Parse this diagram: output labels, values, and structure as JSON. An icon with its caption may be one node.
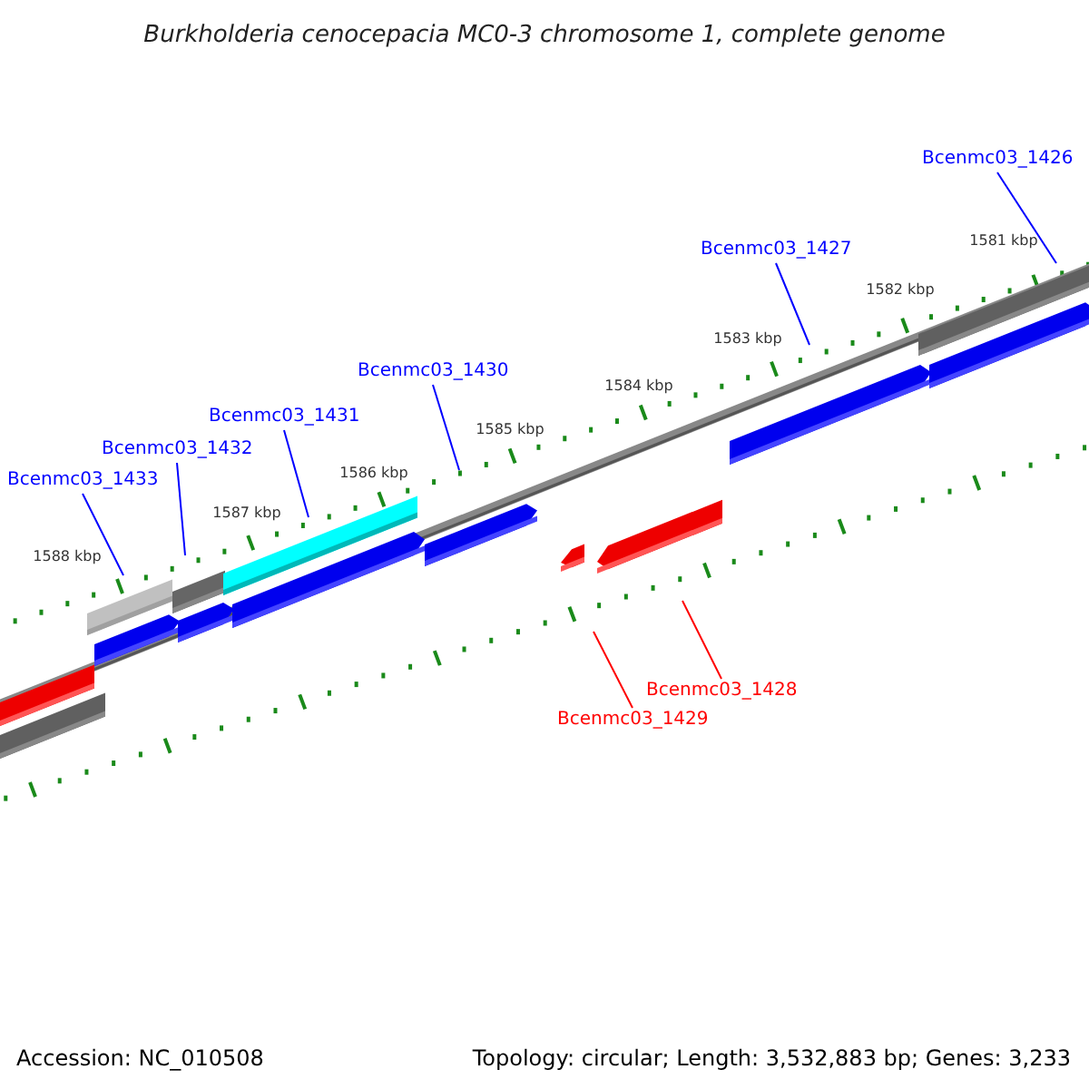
{
  "diagram": {
    "title": "Burkholderia cenocepacia MC0-3 chromosome 1, complete genome",
    "nodes": [
      {
        "text": [
          "Bcenmc03_1426"
        ]
      },
      {
        "text": [
          "Bcenmc03_1427"
        ]
      },
      {
        "text": [
          "Bcenmc03_1430"
        ]
      },
      {
        "text": [
          "Bcenmc03_1431"
        ]
      },
      {
        "text": [
          "Bcenmc03_1432"
        ]
      },
      {
        "text": [
          "Bcenmc03_1433"
        ]
      },
      {
        "text": [
          "Bcenmc03_1428"
        ]
      },
      {
        "text": [
          "Bcenmc03_1429"
        ]
      }
    ],
    "edges": [
      {
        "from": 0,
        "to": null,
        "arrow": "none"
      },
      {
        "from": 1,
        "to": null,
        "arrow": "none"
      },
      {
        "from": 2,
        "to": null,
        "arrow": "none"
      },
      {
        "from": 3,
        "to": null,
        "arrow": "none"
      },
      {
        "from": 4,
        "to": null,
        "arrow": "none"
      },
      {
        "from": 5,
        "to": null,
        "arrow": "none"
      },
      {
        "from": 6,
        "to": null,
        "arrow": "none",
        "color": "#ff0000"
      },
      {
        "from": 7,
        "to": null,
        "arrow": "none",
        "color": "#ff0000"
      }
    ],
    "labels": [
      "1581 kbp",
      "1582 kbp",
      "1583 kbp",
      "1584 kbp",
      "1585 kbp",
      "1586 kbp",
      "1587 kbp",
      "1588 kbp",
      "Accession: NC_010508",
      "Topology: circular; Length: 3,532,883 bp; Genes: 3,233"
    ]
  }
}
